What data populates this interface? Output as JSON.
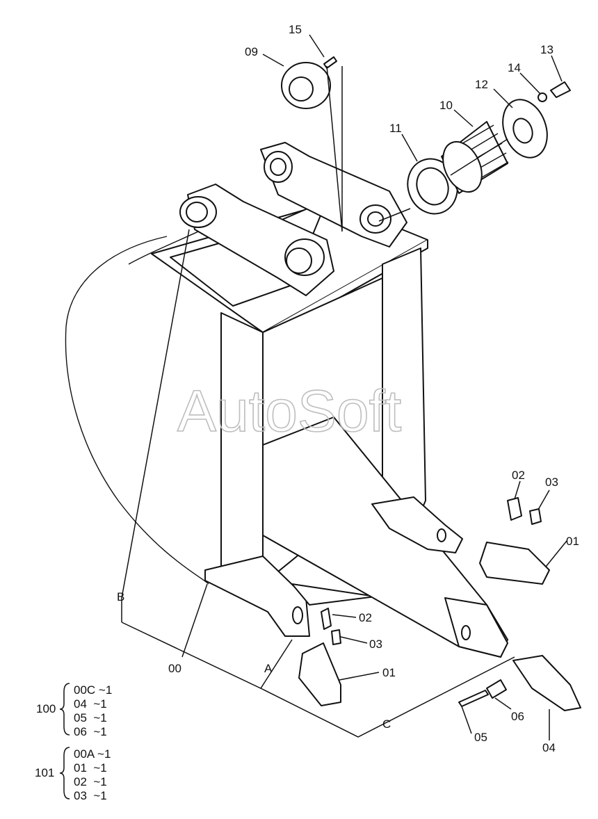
{
  "watermark": "AutoSoft",
  "callouts": {
    "p15": "15",
    "p09": "09",
    "p13": "13",
    "p14": "14",
    "p12": "12",
    "p10": "10",
    "p11": "11",
    "p02_right": "02",
    "p03_right": "03",
    "p01_right": "01",
    "p02_left": "02",
    "p03_left": "03",
    "p01_left": "01",
    "p00": "00",
    "p05": "05",
    "p06": "06",
    "p04": "04",
    "ref_a": "A",
    "ref_b": "B",
    "ref_c": "C"
  },
  "legend": {
    "group_100": {
      "number": "100",
      "items": [
        "00C ~1",
        "04  ~1",
        "05  ~1",
        "06  ~1"
      ]
    },
    "group_101": {
      "number": "101",
      "items": [
        "00A ~1",
        "01  ~1",
        "02  ~1",
        "03  ~1"
      ]
    }
  }
}
